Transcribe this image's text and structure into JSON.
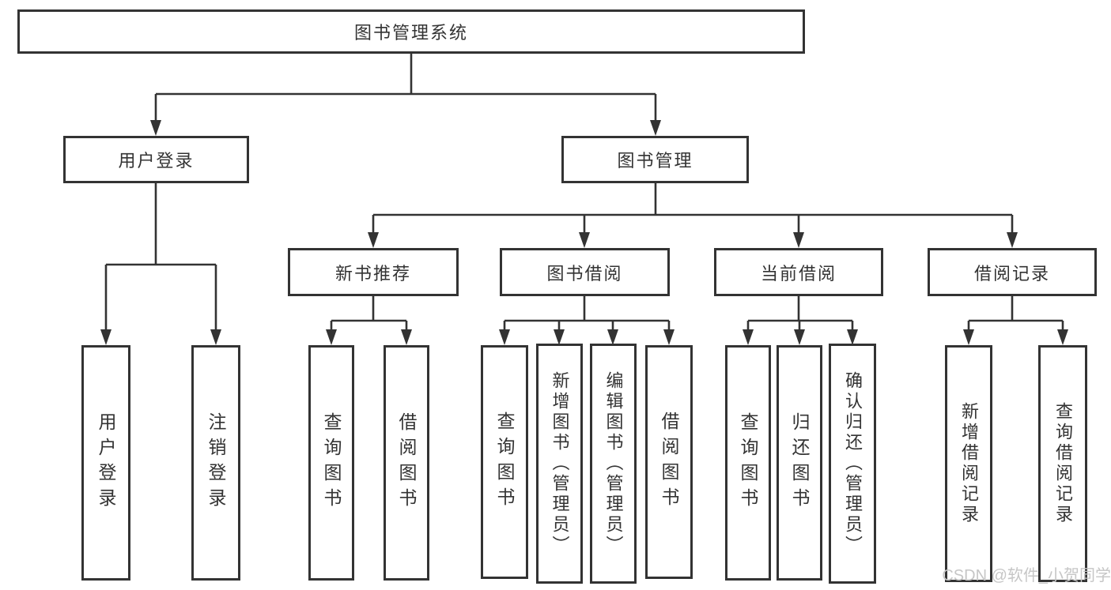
{
  "diagram": {
    "title": "图书管理系统",
    "nodes": {
      "root": "图书管理系统",
      "user_login": "用户登录",
      "book_management": "图书管理",
      "new_book_recommend": "新书推荐",
      "book_borrowing": "图书借阅",
      "current_borrowing": "当前借阅",
      "borrowing_records": "借阅记录"
    },
    "leaves": {
      "user_login_leaf": "用户登录",
      "logout": "注销登录",
      "query_books_1": "查询图书",
      "borrow_books_1": "借阅图书",
      "query_books_2": "查询图书",
      "add_book_admin": "新增图书（管理员）",
      "edit_book_admin": "编辑图书（管理员）",
      "borrow_books_2": "借阅图书",
      "query_books_3": "查询图书",
      "return_book": "归还图书",
      "confirm_return_admin": "确认归还（管理员）",
      "add_borrow_record": "新增借阅记录",
      "query_borrow_record": "查询借阅记录"
    },
    "colors": {
      "line": "#333333",
      "box_border": "#333333",
      "text": "#333333",
      "background": "#ffffff",
      "watermark": "#c6c6c6"
    }
  },
  "watermark": "CSDN @软件_小贺同学"
}
